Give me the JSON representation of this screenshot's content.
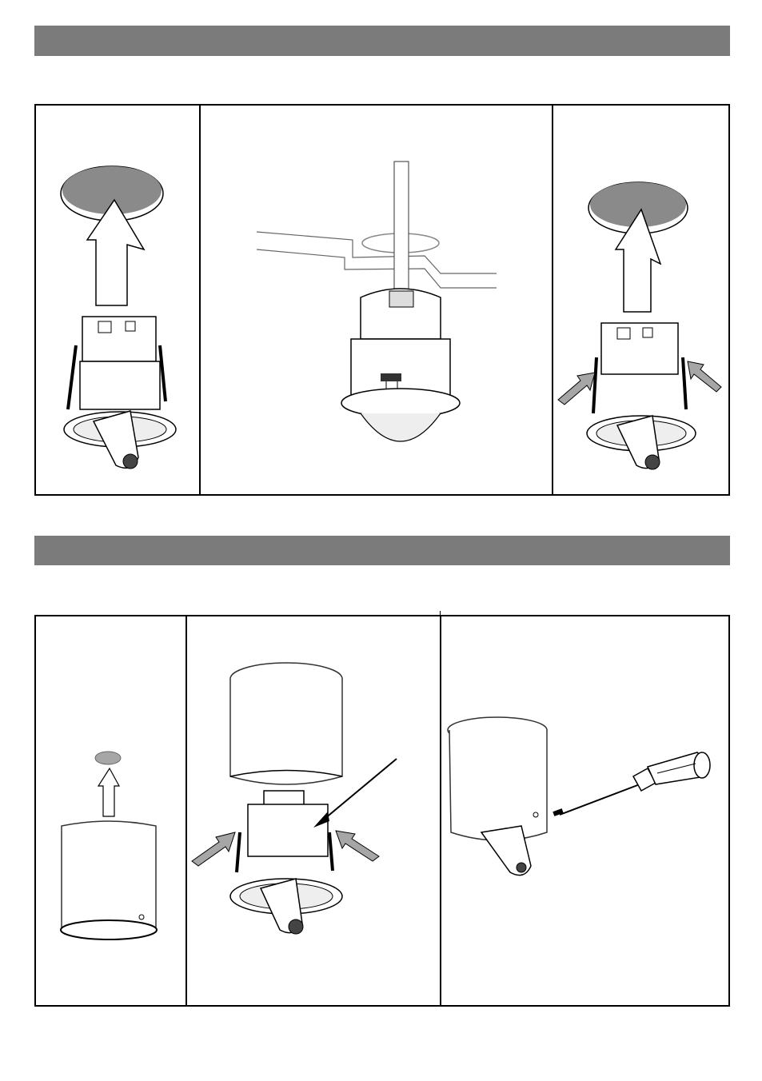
{
  "sections": [
    {
      "header_text": "",
      "panels": [
        {
          "illustration": "ceiling-hole-arrow-camera"
        },
        {
          "illustration": "camera-in-ceiling-with-pipe"
        },
        {
          "illustration": "ceiling-hole-arrow-camera-clips"
        }
      ]
    },
    {
      "header_text": "",
      "panels": [
        {
          "illustration": "housing-with-cutout-arrow"
        },
        {
          "illustration": "housing-and-camera-assembly"
        },
        {
          "illustration": "housing-with-screwdriver"
        }
      ]
    }
  ],
  "colors": {
    "header_bar": "#7b7b7b",
    "hole_fill": "#8a8a8a",
    "push_arrow": "#a6a6a6"
  }
}
